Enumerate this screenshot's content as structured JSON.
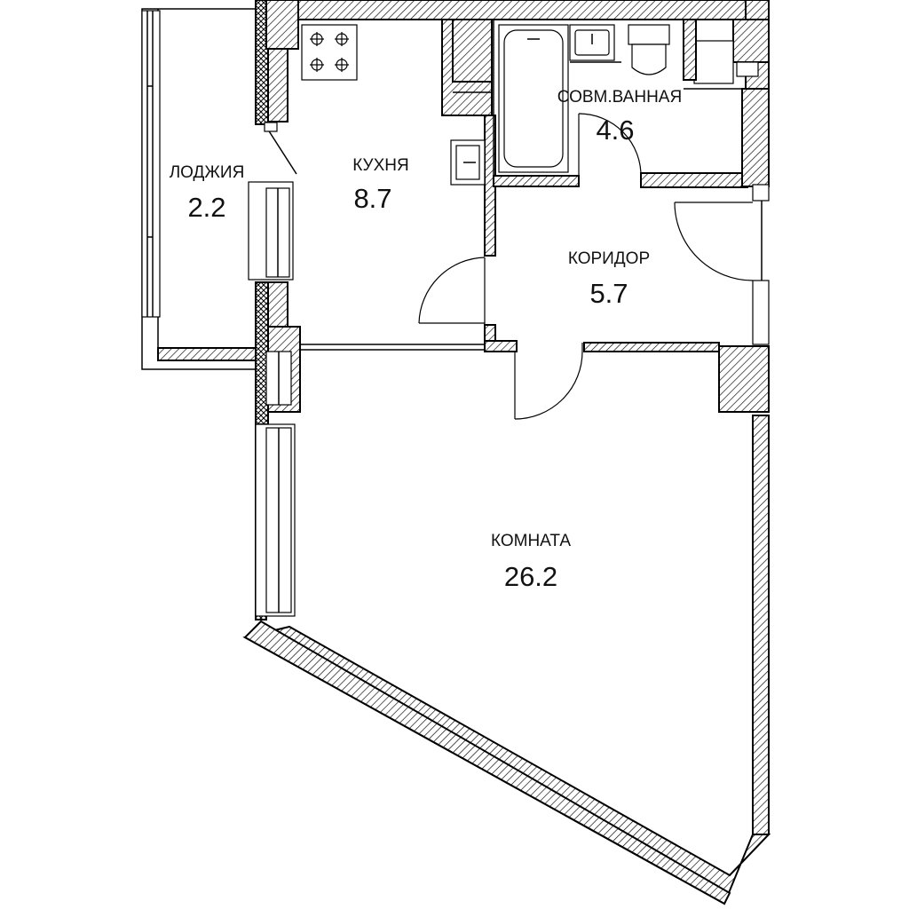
{
  "rooms": {
    "loggia": {
      "name": "ЛОДЖИЯ",
      "area": "2.2"
    },
    "kitchen": {
      "name": "КУХНЯ",
      "area": "8.7"
    },
    "bathroom": {
      "name": "СОВМ.ВАННАЯ",
      "area": "4.6"
    },
    "corridor": {
      "name": "КОРИДОР",
      "area": "5.7"
    },
    "room": {
      "name": "КОМНАТА",
      "area": "26.2"
    }
  }
}
